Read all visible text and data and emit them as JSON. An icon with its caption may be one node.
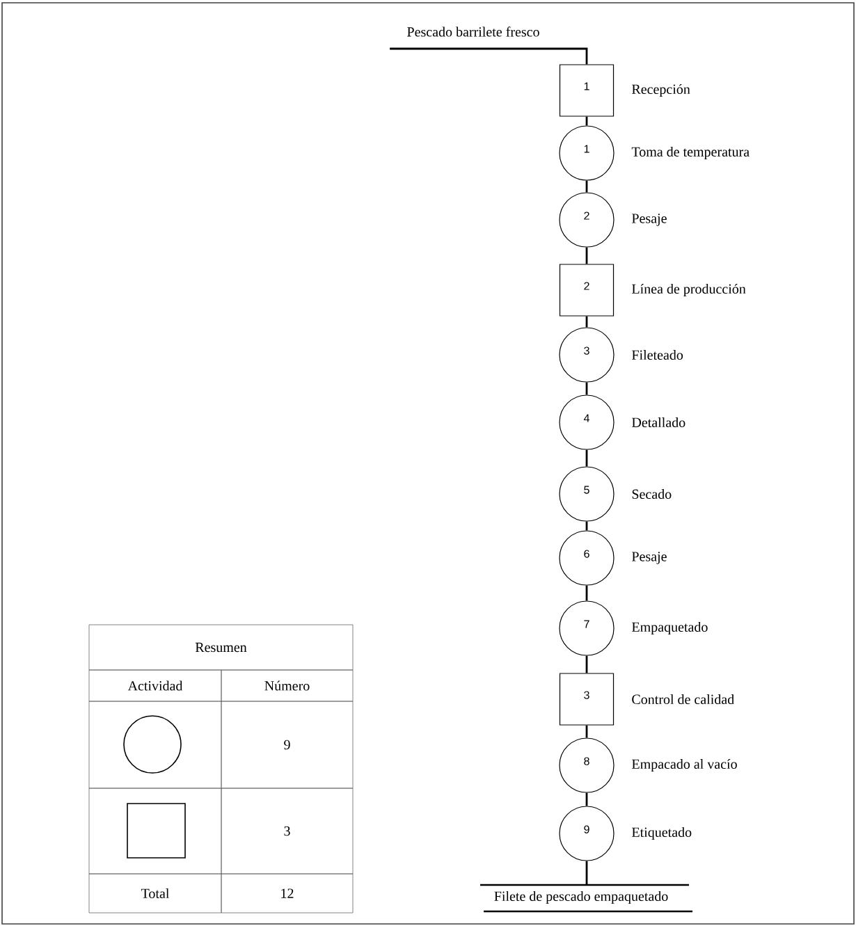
{
  "diagram": {
    "nodes": [
      {
        "text": [
          "Pescado barrilete fresco"
        ]
      },
      {
        "text": [
          "1"
        ],
        "beside": [
          "Recepción"
        ]
      },
      {
        "text": [
          "1"
        ],
        "beside": [
          "Toma de temperatura"
        ]
      },
      {
        "text": [
          "2"
        ],
        "beside": [
          "Pesaje"
        ]
      },
      {
        "text": [
          "2"
        ],
        "beside": [
          "Línea de producción"
        ]
      },
      {
        "text": [
          "3"
        ],
        "beside": [
          "Fileteado"
        ]
      },
      {
        "text": [
          "4"
        ],
        "beside": [
          "Detallado"
        ]
      },
      {
        "text": [
          "5"
        ],
        "beside": [
          "Secado"
        ]
      },
      {
        "text": [
          "6"
        ],
        "beside": [
          "Pesaje"
        ]
      },
      {
        "text": [
          "7"
        ],
        "beside": [
          "Empaquetado"
        ]
      },
      {
        "text": [
          "3"
        ],
        "beside": [
          "Control de calidad"
        ]
      },
      {
        "text": [
          "8"
        ],
        "beside": [
          "Empacado al vacío"
        ]
      },
      {
        "text": [
          "9"
        ],
        "beside": [
          "Etiquetado"
        ]
      },
      {
        "text": [
          "Filete de pescado empaquetado"
        ]
      },
      {
        "text": [],
        "shape": "circle"
      },
      {
        "text": [],
        "shape": "box"
      }
    ],
    "edges": [
      {
        "from": 0,
        "to": 1,
        "arrow": "none"
      },
      {
        "from": 1,
        "to": 2,
        "arrow": "none"
      },
      {
        "from": 2,
        "to": 3,
        "arrow": "none"
      },
      {
        "from": 3,
        "to": 4,
        "arrow": "none"
      },
      {
        "from": 4,
        "to": 5,
        "arrow": "none"
      },
      {
        "from": 5,
        "to": 6,
        "arrow": "none"
      },
      {
        "from": 6,
        "to": 7,
        "arrow": "none"
      },
      {
        "from": 7,
        "to": 8,
        "arrow": "none"
      },
      {
        "from": 8,
        "to": 9,
        "arrow": "none"
      },
      {
        "from": 9,
        "to": 10,
        "arrow": "none"
      },
      {
        "from": 10,
        "to": 11,
        "arrow": "none"
      },
      {
        "from": 11,
        "to": 12,
        "arrow": "none"
      },
      {
        "from": 12,
        "to": 13,
        "arrow": "none"
      }
    ],
    "labels": [
      "Resumen",
      "Actividad",
      "Número",
      "9",
      "3",
      "Total",
      "12"
    ]
  }
}
